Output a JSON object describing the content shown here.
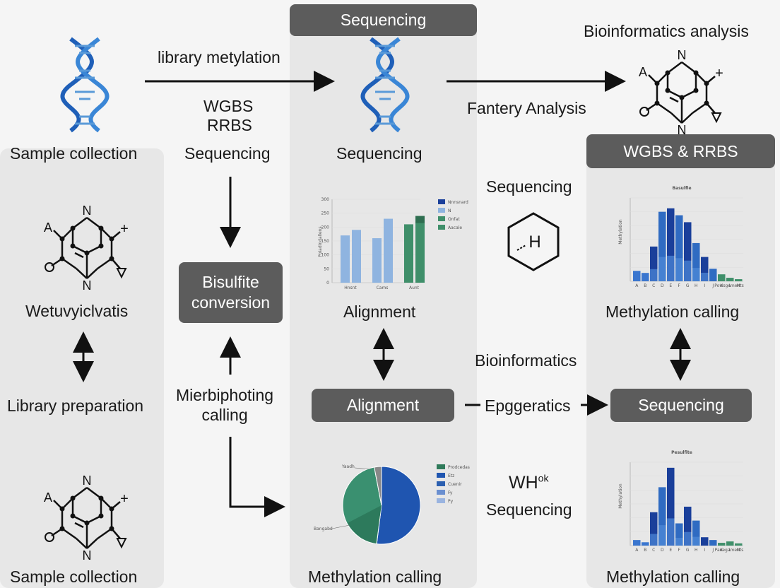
{
  "labels": {
    "library_methylation": "library metylation",
    "wgbs": "WGBS",
    "rrbs": "RRBS",
    "sequencing_top_left": "Sequencing",
    "sample_collection_top": "Sample collection",
    "sequencing_center": "Sequencing",
    "bioinformatics_analysis": "Bioinformatics analysis",
    "fantery_analysis": "Fantery Analysis",
    "wetuvyiclvatis": "Wetuvyiclvatis",
    "library_preparation": "Library preparation",
    "sample_collection_bottom": "Sample collection",
    "mierbiphoting_line1": "Mierbiphoting",
    "mierbiphoting_line2": "calling",
    "alignment_label": "Alignment",
    "sequencing_mid_right": "Sequencing",
    "methylation_calling_right": "Methylation calling",
    "bioinformatics": "Bioinformatics",
    "epggeratics": "Epggeratics",
    "wh_main": "WH",
    "wh_sup": "ok",
    "sequencing_lower_right": "Sequencing",
    "methylation_calling_center": "Methylation calling",
    "methylation_calling_bottom_right": "Methylation calling",
    "hex_label": "H"
  },
  "boxes": {
    "sequencing_header": "Sequencing",
    "wgbs_rrbs_header": "WGBS & RRBS",
    "bisulfite_line1": "Bisulfite",
    "bisulfite_line2": "conversion",
    "alignment_box": "Alignment",
    "sequencing_box": "Sequencing"
  },
  "molecule": {
    "n_top": "N",
    "n_bottom": "N",
    "a_left": "A",
    "plus": "+"
  },
  "colors": {
    "panel": "#e7e7e7",
    "box": "#5c5c5c",
    "dna_blue": "#1f5fb8",
    "bar_light": "#8fb4e0",
    "bar_mid": "#2f6bc2",
    "bar_dark": "#1a3f9a",
    "bar_green": "#3f8f6a",
    "pie_blue": "#1f55b0",
    "pie_green": "#3a9070"
  },
  "chart_data": [
    {
      "type": "bar",
      "legend": [
        "Nnnsnard",
        "N",
        "Onfat",
        "Aacale"
      ],
      "categories": [
        "Hnsnt",
        "Cams",
        "Aunt"
      ],
      "series": [
        {
          "values": [
            17,
            16,
            21
          ]
        },
        {
          "values": [
            19,
            23,
            24
          ]
        }
      ],
      "yticks": [
        "0",
        "50",
        "100",
        "150",
        "200",
        "250",
        "300"
      ],
      "ylabel": "Poiadindallens"
    },
    {
      "type": "pie",
      "legend": [
        "Prodcedas",
        "Etz",
        "Cuenir",
        "Fy",
        "Py"
      ],
      "values": [
        52,
        45,
        3
      ],
      "annotations": [
        "Yaadh",
        "Bangabd"
      ]
    },
    {
      "type": "bar",
      "title": "Basulfie",
      "ylabel": "Methylation",
      "categories": [
        "A",
        "B",
        "C",
        "D",
        "E",
        "F",
        "G",
        "H",
        "I",
        "J",
        "K",
        "L",
        "M"
      ],
      "values": [
        1.5,
        1.2,
        5,
        10,
        10.5,
        9.5,
        8.5,
        5.5,
        3.5,
        1.8,
        1,
        0.5,
        0.3
      ],
      "xlabel": "Powsgements"
    },
    {
      "type": "bar",
      "title": "Pesulfite",
      "ylabel": "Methylation",
      "categories": [
        "A",
        "B",
        "C",
        "D",
        "E",
        "F",
        "G",
        "H",
        "I",
        "J",
        "K",
        "L",
        "M"
      ],
      "values": [
        2,
        1.2,
        12,
        21,
        28,
        8,
        14,
        9,
        3,
        2,
        1,
        1.5,
        0.8
      ],
      "xlabel": "Paeegaments"
    }
  ]
}
